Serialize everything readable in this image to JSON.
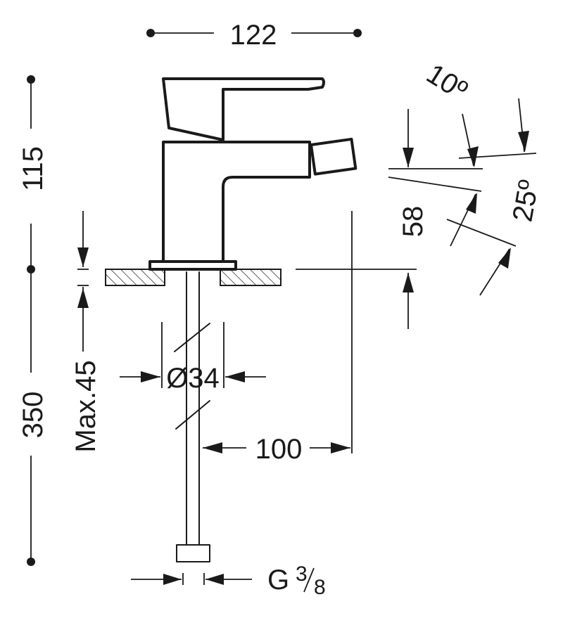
{
  "dimensions": {
    "width_top": "122",
    "height_body": "115",
    "height_total": "350",
    "max_thickness": "Max.45",
    "diameter": "Ø34",
    "projection": "100",
    "spout_height": "58",
    "angle_up": "10º",
    "angle_down": "25º",
    "thread_main": "G",
    "thread_num": "3",
    "thread_den": "8"
  },
  "colors": {
    "line": "#1a1a1a",
    "background": "#ffffff"
  }
}
